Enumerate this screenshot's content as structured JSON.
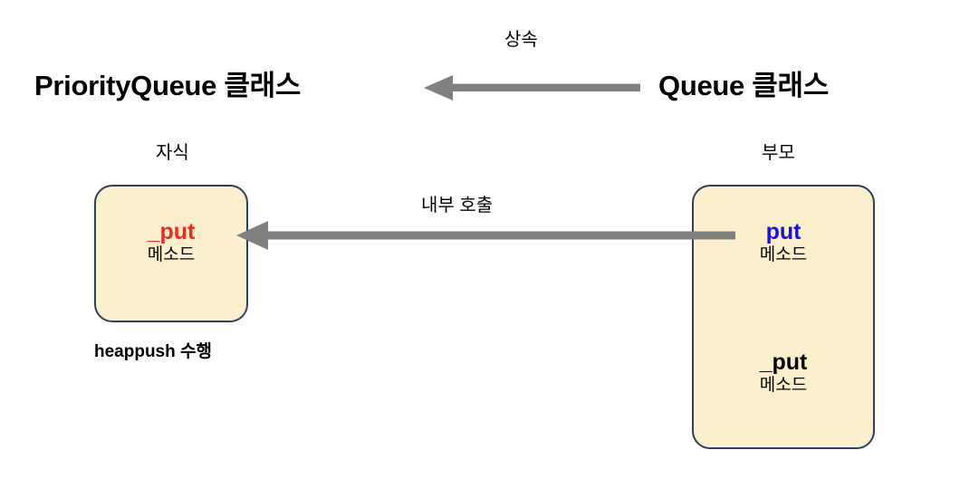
{
  "diagram": {
    "title_left": "PriorityQueue 클래스",
    "title_right": "Queue 클래스",
    "arrow_top_label": "상속",
    "arrow_mid_label": "내부 호출",
    "label_child": "자식",
    "label_parent": "부모",
    "caption_child": "heappush 수행",
    "colors": {
      "box_fill": "#FBEFCD",
      "box_border": "#2E3F5C",
      "arrow": "#808080",
      "name_red": "#EE2B22",
      "name_blue": "#1B10DD",
      "text": "#000000",
      "background": "#FFFFFF"
    },
    "child_box": {
      "members": [
        {
          "name": "_put",
          "kind": "메소드",
          "color": "red"
        }
      ]
    },
    "parent_box": {
      "members": [
        {
          "name": "put",
          "kind": "메소드",
          "color": "blue"
        },
        {
          "name": "_put",
          "kind": "메소드",
          "color": "black"
        }
      ]
    }
  }
}
